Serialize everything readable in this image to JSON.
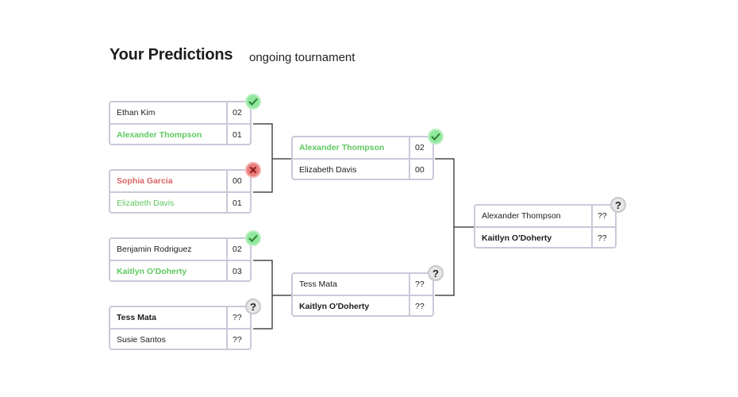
{
  "header": {
    "title": "Your Predictions",
    "subtitle": "ongoing tournament"
  },
  "matches": [
    {
      "players": [
        {
          "name": "Ethan Kim",
          "score": "02",
          "style": "normal"
        },
        {
          "name": "Alexander Thompson",
          "score": "01",
          "style": "green-bold"
        }
      ],
      "status": "correct"
    },
    {
      "players": [
        {
          "name": "Sophia Garcia",
          "score": "00",
          "style": "red-bold"
        },
        {
          "name": "Elizabeth Davis",
          "score": "01",
          "style": "green"
        }
      ],
      "status": "wrong"
    },
    {
      "players": [
        {
          "name": "Benjamin Rodriguez",
          "score": "02",
          "style": "normal"
        },
        {
          "name": "Kaitlyn O'Doherty",
          "score": "03",
          "style": "green-bold"
        }
      ],
      "status": "correct"
    },
    {
      "players": [
        {
          "name": "Tess Mata",
          "score": "??",
          "style": "bold"
        },
        {
          "name": "Susie Santos",
          "score": "??",
          "style": "normal"
        }
      ],
      "status": "pending"
    },
    {
      "players": [
        {
          "name": "Alexander Thompson",
          "score": "02",
          "style": "green-bold"
        },
        {
          "name": "Elizabeth Davis",
          "score": "00",
          "style": "normal"
        }
      ],
      "status": "correct"
    },
    {
      "players": [
        {
          "name": "Tess Mata",
          "score": "??",
          "style": "normal"
        },
        {
          "name": "Kaitlyn O'Doherty",
          "score": "??",
          "style": "bold"
        }
      ],
      "status": "pending"
    },
    {
      "players": [
        {
          "name": "Alexander Thompson",
          "score": "??",
          "style": "normal"
        },
        {
          "name": "Kaitlyn O'Doherty",
          "score": "??",
          "style": "bold"
        }
      ],
      "status": "pending"
    }
  ],
  "status_icons": {
    "correct": "checkmark-icon",
    "wrong": "cross-icon",
    "pending": "question-icon"
  },
  "pending_glyph": "?",
  "colors": {
    "correct": "#5fc95f",
    "wrong": "#d96464",
    "border": "#cbc8da"
  }
}
